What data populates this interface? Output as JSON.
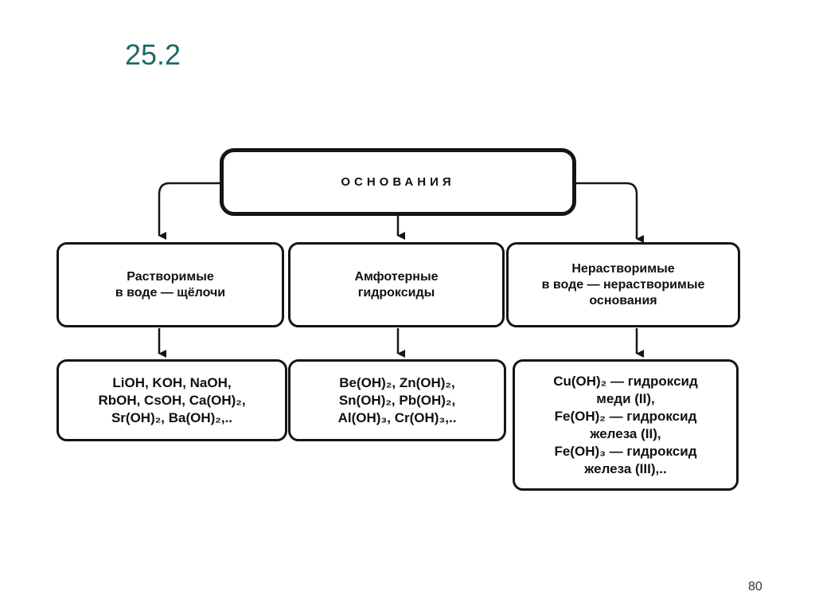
{
  "slide": {
    "number": "25.2",
    "page": "80"
  },
  "diagram": {
    "root": "ОСНОВАНИЯ",
    "categories": [
      {
        "lines": [
          "Растворимые",
          "в воде — щёлочи"
        ]
      },
      {
        "lines": [
          "Амфотерные",
          "гидроксиды"
        ]
      },
      {
        "lines": [
          "Нерастворимые",
          "в воде — нерастворимые",
          "основания"
        ]
      }
    ],
    "examples": [
      {
        "lines": [
          "LiOH, KOH, NaOH,",
          "RbOH, CsOH, Ca(OH)₂,",
          "Sr(OH)₂, Ba(OH)₂,.."
        ]
      },
      {
        "lines": [
          "Be(OH)₂, Zn(OH)₂,",
          "Sn(OH)₂, Pb(OH)₂,",
          "Al(OH)₃, Cr(OH)₃,.."
        ]
      },
      {
        "lines": [
          "Cu(OH)₂ — гидроксид",
          "меди (II),",
          "Fe(OH)₂ — гидроксид",
          "железа (II),",
          "Fe(OH)₃ — гидроксид",
          "железа (III),.."
        ]
      }
    ]
  }
}
